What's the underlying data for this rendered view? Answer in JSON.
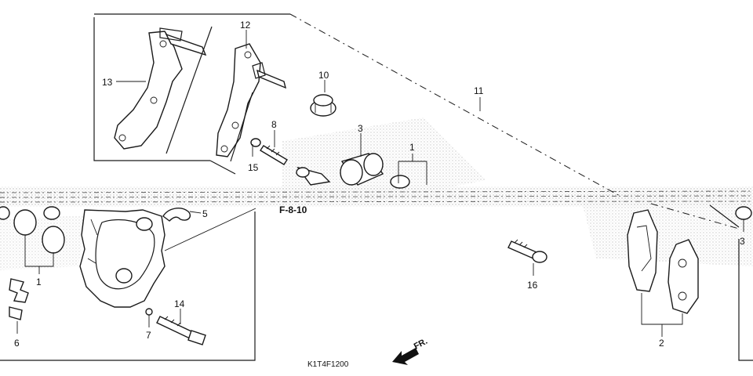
{
  "diagram": {
    "code": "K1T4F1200",
    "reference": "F-8-10",
    "direction_label": "FR.",
    "callouts": [
      {
        "id": "c13",
        "label": "13"
      },
      {
        "id": "c12",
        "label": "12"
      },
      {
        "id": "c10",
        "label": "10"
      },
      {
        "id": "c11",
        "label": "11"
      },
      {
        "id": "c8",
        "label": "8"
      },
      {
        "id": "c3a",
        "label": "3"
      },
      {
        "id": "c1a",
        "label": "1"
      },
      {
        "id": "c15",
        "label": "15"
      },
      {
        "id": "c5",
        "label": "5"
      },
      {
        "id": "c1b",
        "label": "1"
      },
      {
        "id": "c6",
        "label": "6"
      },
      {
        "id": "c14",
        "label": "14"
      },
      {
        "id": "c7",
        "label": "7"
      },
      {
        "id": "c16",
        "label": "16"
      },
      {
        "id": "c2",
        "label": "2"
      },
      {
        "id": "c3b",
        "label": "3"
      }
    ]
  }
}
